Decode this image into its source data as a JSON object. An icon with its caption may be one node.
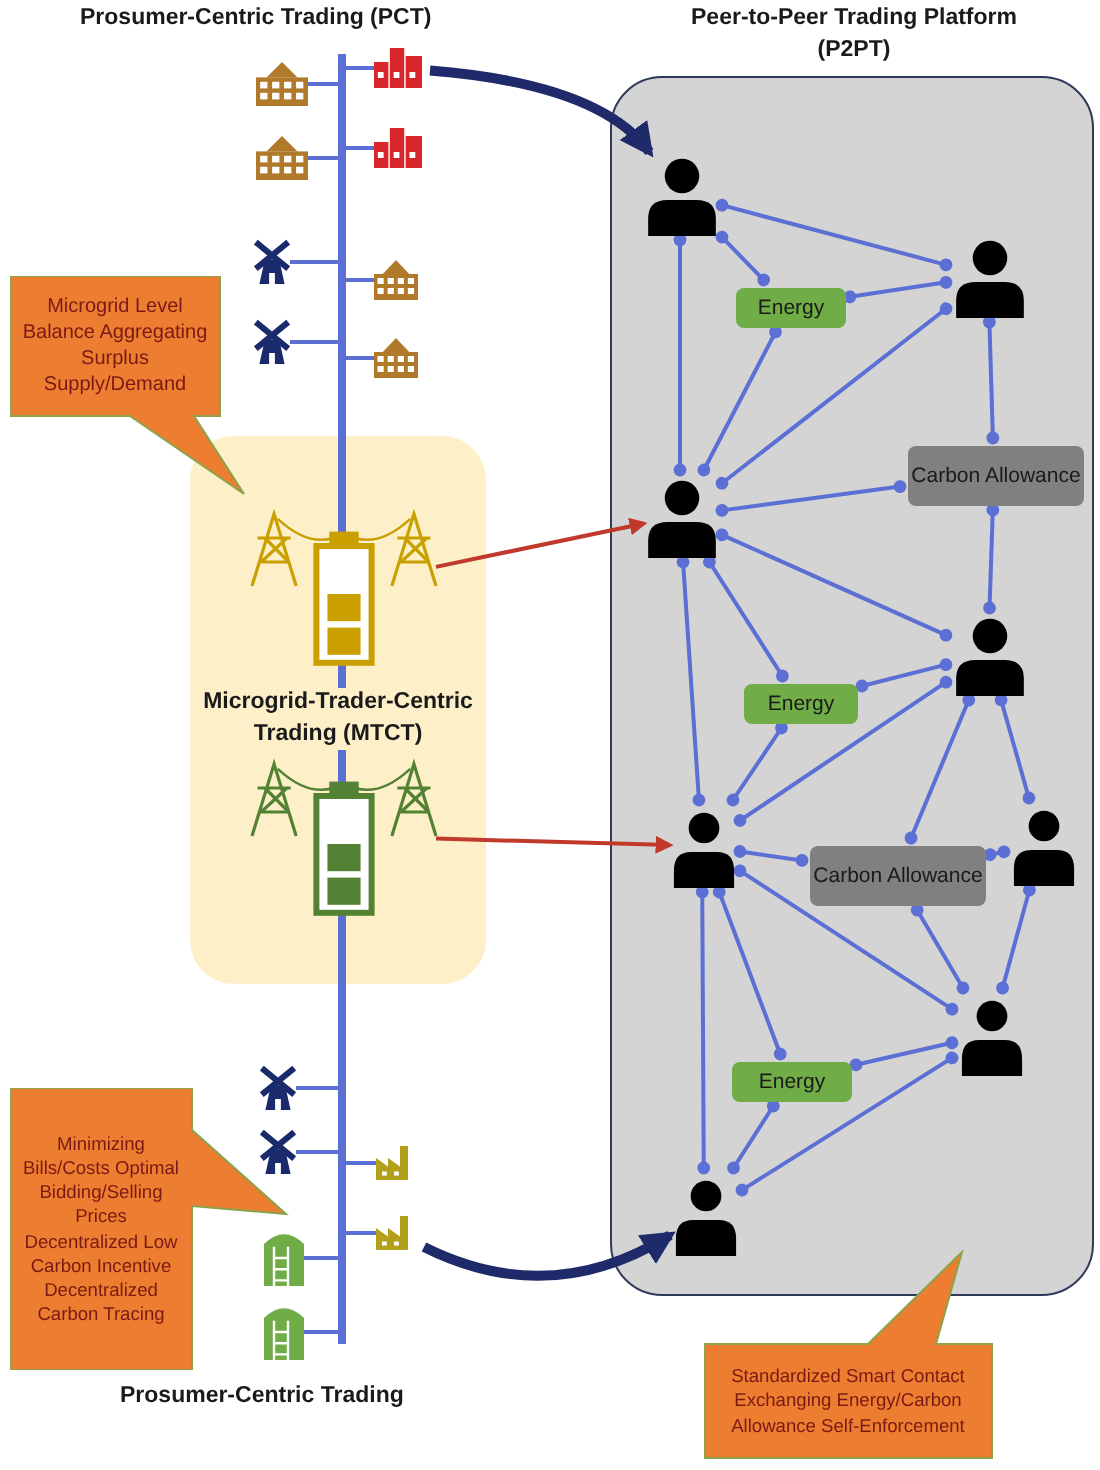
{
  "diagram": {
    "nodes": [
      {
        "text": [],
        "shape": "bar"
      },
      {
        "text": [],
        "shape": "school"
      },
      {
        "text": [],
        "shape": "building"
      },
      {
        "text": [],
        "shape": "school"
      },
      {
        "text": [],
        "shape": "building"
      },
      {
        "text": [],
        "shape": "windmill"
      },
      {
        "text": [],
        "shape": "house"
      },
      {
        "text": [],
        "shape": "windmill"
      },
      {
        "text": [],
        "shape": "house"
      },
      {
        "text": [
          "Microgrid Level Balance Aggregating Surplus Supply/Demand"
        ]
      },
      {
        "text": [
          "Microgrid-Trader-Centric Trading (MTCT)"
        ]
      },
      {
        "text": [],
        "shape": "battery",
        "in": 10
      },
      {
        "text": [],
        "shape": "battery",
        "in": 10
      },
      {
        "text": [],
        "shape": "windmill"
      },
      {
        "text": [],
        "shape": "windmill"
      },
      {
        "text": [],
        "shape": "factory"
      },
      {
        "text": [],
        "shape": "factory"
      },
      {
        "text": [],
        "shape": "tank"
      },
      {
        "text": [],
        "shape": "tank"
      },
      {
        "text": [
          "Minimizing Bills/Costs Optimal Bidding/Selling Prices Decentralized Low Carbon Incentive Decentralized Carbon Tracing"
        ]
      },
      {
        "text": [
          "Peer-to-Peer Trading Platform (P2PT)"
        ]
      },
      {
        "text": [],
        "shape": "person",
        "in": 20
      },
      {
        "text": [],
        "shape": "person",
        "in": 20
      },
      {
        "text": [
          "Energy"
        ],
        "in": 20
      },
      {
        "text": [],
        "shape": "person",
        "in": 20
      },
      {
        "text": [
          "Carbon Allowance"
        ],
        "in": 20
      },
      {
        "text": [],
        "shape": "person",
        "in": 20
      },
      {
        "text": [
          "Energy"
        ],
        "in": 20
      },
      {
        "text": [],
        "shape": "person",
        "in": 20
      },
      {
        "text": [
          "Carbon Allowance"
        ],
        "in": 20
      },
      {
        "text": [],
        "shape": "person",
        "in": 20
      },
      {
        "text": [],
        "shape": "person",
        "in": 20
      },
      {
        "text": [
          "Energy"
        ],
        "in": 20
      },
      {
        "text": [],
        "shape": "person",
        "in": 20
      },
      {
        "text": [
          "Standardized Smart Contact Exchanging Energy/Carbon Allowance Self-Enforcement"
        ]
      }
    ],
    "edges": [
      {
        "from": 1,
        "to": 0,
        "arrow": "none"
      },
      {
        "from": 2,
        "to": 0,
        "arrow": "none"
      },
      {
        "from": 3,
        "to": 0,
        "arrow": "none"
      },
      {
        "from": 4,
        "to": 0,
        "arrow": "none"
      },
      {
        "from": 5,
        "to": 0,
        "arrow": "none"
      },
      {
        "from": 6,
        "to": 0,
        "arrow": "none"
      },
      {
        "from": 7,
        "to": 0,
        "arrow": "none"
      },
      {
        "from": 8,
        "to": 0,
        "arrow": "none"
      },
      {
        "from": 13,
        "to": 0,
        "arrow": "none"
      },
      {
        "from": 14,
        "to": 0,
        "arrow": "none"
      },
      {
        "from": 15,
        "to": 0,
        "arrow": "none"
      },
      {
        "from": 16,
        "to": 0,
        "arrow": "none"
      },
      {
        "from": 17,
        "to": 0,
        "arrow": "none"
      },
      {
        "from": 18,
        "to": 0,
        "arrow": "none"
      },
      {
        "from": 2,
        "to": 21,
        "arrow": "to",
        "style": "thick",
        "color": "#1f2a6b"
      },
      {
        "from": 11,
        "to": 24,
        "arrow": "to",
        "color": "#c0392b"
      },
      {
        "from": 12,
        "to": 28,
        "arrow": "to",
        "color": "#c0392b"
      },
      {
        "from": 16,
        "to": 33,
        "arrow": "to",
        "style": "thick",
        "color": "#1f2a6b"
      },
      {
        "from": 21,
        "to": 22,
        "arrow": "other"
      },
      {
        "from": 21,
        "to": 23,
        "arrow": "other"
      },
      {
        "from": 23,
        "to": 22,
        "arrow": "other"
      },
      {
        "from": 21,
        "to": 24,
        "arrow": "other"
      },
      {
        "from": 23,
        "to": 24,
        "arrow": "other"
      },
      {
        "from": 22,
        "to": 24,
        "arrow": "other"
      },
      {
        "from": 22,
        "to": 25,
        "arrow": "other"
      },
      {
        "from": 25,
        "to": 24,
        "arrow": "other"
      },
      {
        "from": 25,
        "to": 26,
        "arrow": "other"
      },
      {
        "from": 24,
        "to": 26,
        "arrow": "other"
      },
      {
        "from": 24,
        "to": 27,
        "arrow": "other"
      },
      {
        "from": 27,
        "to": 26,
        "arrow": "other"
      },
      {
        "from": 24,
        "to": 28,
        "arrow": "other"
      },
      {
        "from": 27,
        "to": 28,
        "arrow": "other"
      },
      {
        "from": 26,
        "to": 28,
        "arrow": "other"
      },
      {
        "from": 26,
        "to": 29,
        "arrow": "other"
      },
      {
        "from": 28,
        "to": 29,
        "arrow": "other"
      },
      {
        "from": 29,
        "to": 30,
        "arrow": "other"
      },
      {
        "from": 26,
        "to": 30,
        "arrow": "other"
      },
      {
        "from": 29,
        "to": 31,
        "arrow": "other"
      },
      {
        "from": 30,
        "to": 31,
        "arrow": "other"
      },
      {
        "from": 28,
        "to": 31,
        "arrow": "other"
      },
      {
        "from": 28,
        "to": 32,
        "arrow": "other"
      },
      {
        "from": 28,
        "to": 33,
        "arrow": "other"
      },
      {
        "from": 32,
        "to": 31,
        "arrow": "other"
      },
      {
        "from": 32,
        "to": 33,
        "arrow": "other"
      },
      {
        "from": 31,
        "to": 33,
        "arrow": "other"
      }
    ],
    "labels": [
      "Prosumer-Centric Trading (PCT)",
      "Prosumer-Centric Trading"
    ]
  }
}
